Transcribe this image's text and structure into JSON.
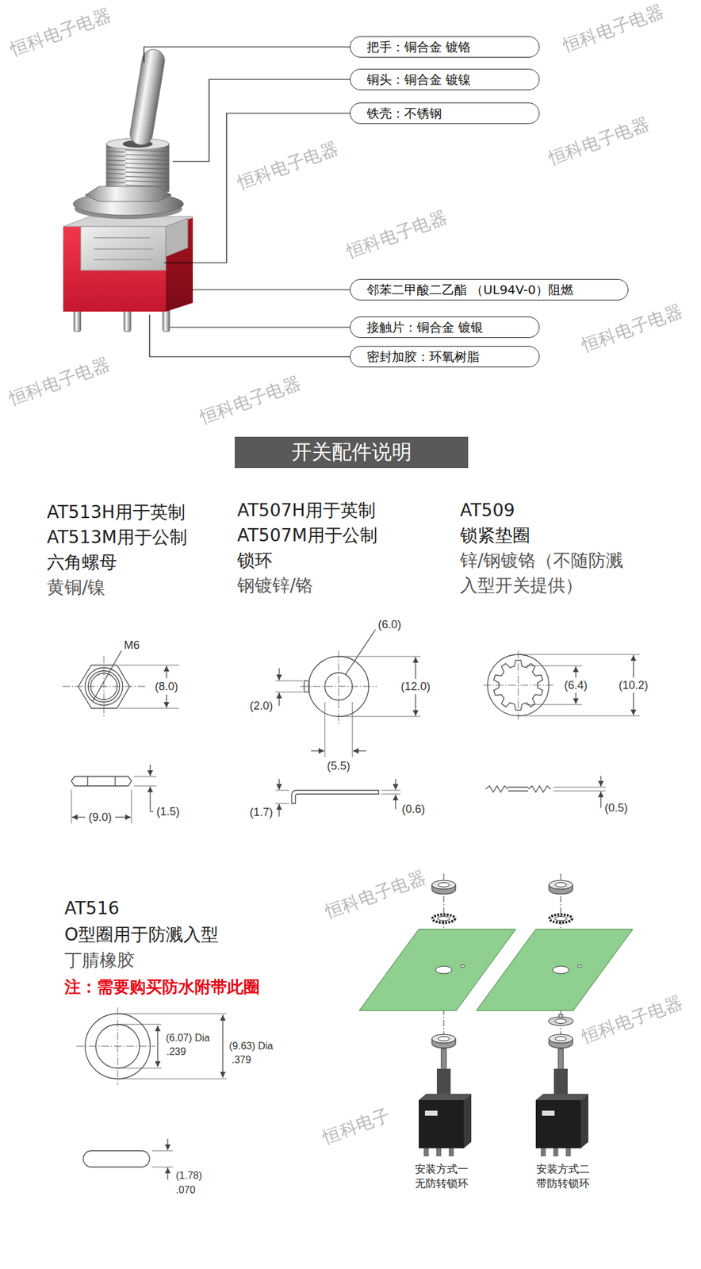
{
  "diagram": {
    "nodes": [
      {
        "text": [
          "把手：铜合金 镀铬"
        ]
      },
      {
        "text": [
          "铜头：铜合金 镀镍"
        ]
      },
      {
        "text": [
          "铁壳：不锈钢"
        ]
      },
      {
        "text": [
          "邻苯二甲酸二乙酯 （UL94V-0）阻燃"
        ]
      },
      {
        "text": [
          "接触片：铜合金 镀银"
        ]
      },
      {
        "text": [
          "密封加胶：环氧树脂"
        ]
      },
      {
        "text": [
          "开关配件说明"
        ]
      }
    ],
    "labels": [
      "恒科电子电器",
      "恒科电子电器",
      "恒科电子电器",
      "恒科电子电器",
      "恒科电子电器",
      "恒科电子电器",
      "恒科电子电器",
      "恒科电子电器",
      "恒科电子电器",
      "恒科电子电器",
      "恒科电子",
      "AT513H用于英制",
      "AT513M用于公制",
      "六角螺母",
      "黄铜/镍",
      "AT507H用于英制",
      "AT507M用于公制",
      "锁环",
      "钢镀锌/铬",
      "AT509",
      "锁紧垫圈",
      "锌/钢镀铬（不随防溅",
      "入型开关提供）",
      "M6",
      "(8.0)",
      "(9.0)",
      "(1.5)",
      "(6.0)",
      "(2.0)",
      "(12.0)",
      "(5.5)",
      "(1.7)",
      "(0.6)",
      "(6.4)",
      "(10.2)",
      "(0.5)",
      "AT516",
      "O型圈用于防溅入型",
      "丁腈橡胶",
      "注：需要购买防水附带此圈",
      "(6.07) Dia",
      ".239",
      "(9.63) Dia",
      ".379",
      "(1.78)",
      ".070",
      "安装方式一",
      "无防转锁环",
      "安装方式二",
      "带防转锁环"
    ]
  }
}
